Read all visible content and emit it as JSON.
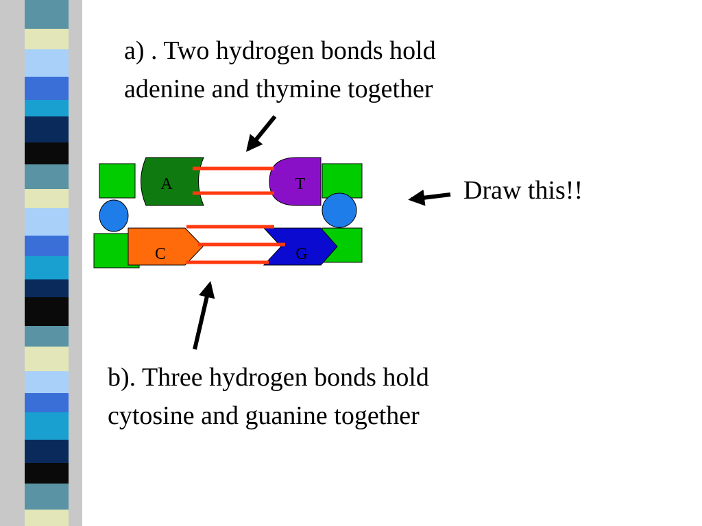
{
  "slide": {
    "caption_a": {
      "line1": "a) . Two hydrogen bonds hold",
      "line2": "adenine and thymine together"
    },
    "caption_b": {
      "line1": "b). Three hydrogen bonds hold",
      "line2": "cytosine and guanine together"
    },
    "callout": "Draw this!!"
  },
  "diagram": {
    "pair_at": {
      "left_base": {
        "letter": "A",
        "color": "#0f7a0f"
      },
      "right_base": {
        "letter": "T",
        "color": "#8a10c8"
      },
      "hydrogen_bonds": 2
    },
    "pair_cg": {
      "left_base": {
        "letter": "C",
        "color": "#ff6a0a"
      },
      "right_base": {
        "letter": "G",
        "color": "#0a0ad0"
      },
      "hydrogen_bonds": 3
    },
    "colors": {
      "phosphate": "#1e7de8",
      "sugar": "#00cc00",
      "bond": "#ff3a10",
      "arrow": "#000000"
    }
  },
  "sidebar_colors": [
    "#5a93a3",
    "#0a2a5c",
    "#3a6fd8",
    "#e3e6b8",
    "#0a0a0a",
    "#1aa0d0",
    "#a8d0f8"
  ]
}
